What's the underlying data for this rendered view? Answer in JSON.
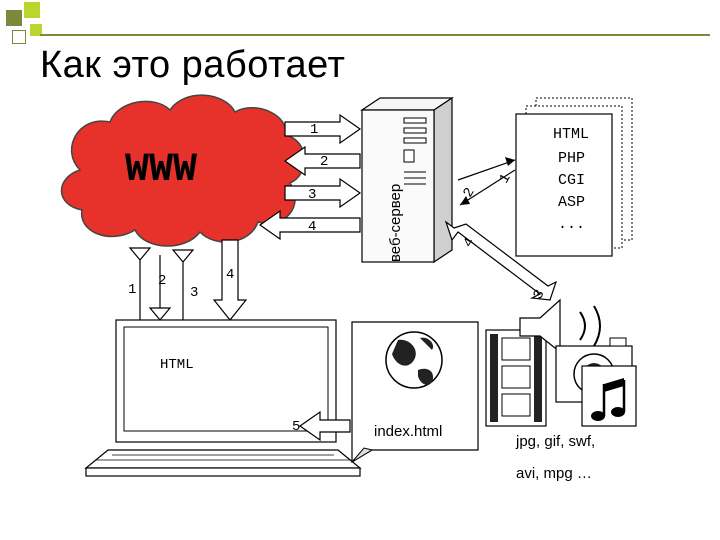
{
  "slide": {
    "title": "Как это работает"
  },
  "colors": {
    "accent_green": "#b8d62c",
    "olive": "#7a8a3a",
    "cloud": "#e6322a",
    "paper": "#f4f4f4"
  },
  "cloud": {
    "label": "WWW"
  },
  "server": {
    "label": "веб-сервер"
  },
  "server_arrows": [
    "1",
    "2",
    "3",
    "4"
  ],
  "client_arrows": [
    "1",
    "2",
    "3",
    "4"
  ],
  "diagonal_labels": {
    "to_scripts_1": "1",
    "to_scripts_2": "2",
    "to_media_4": "4",
    "to_media_3": "3"
  },
  "scripts": {
    "lines": [
      "HTML",
      "PHP",
      "CGI",
      "ASP",
      "..."
    ]
  },
  "monitor": {
    "screen_text": "HTML",
    "step_label": "5"
  },
  "document": {
    "filename": "index.html"
  },
  "media": {
    "line1": "jpg, gif, swf,",
    "line2": "avi, mpg …"
  },
  "icons": [
    "globe-icon",
    "film-icon",
    "speaker-icon",
    "camera-icon",
    "music-note-icon"
  ]
}
